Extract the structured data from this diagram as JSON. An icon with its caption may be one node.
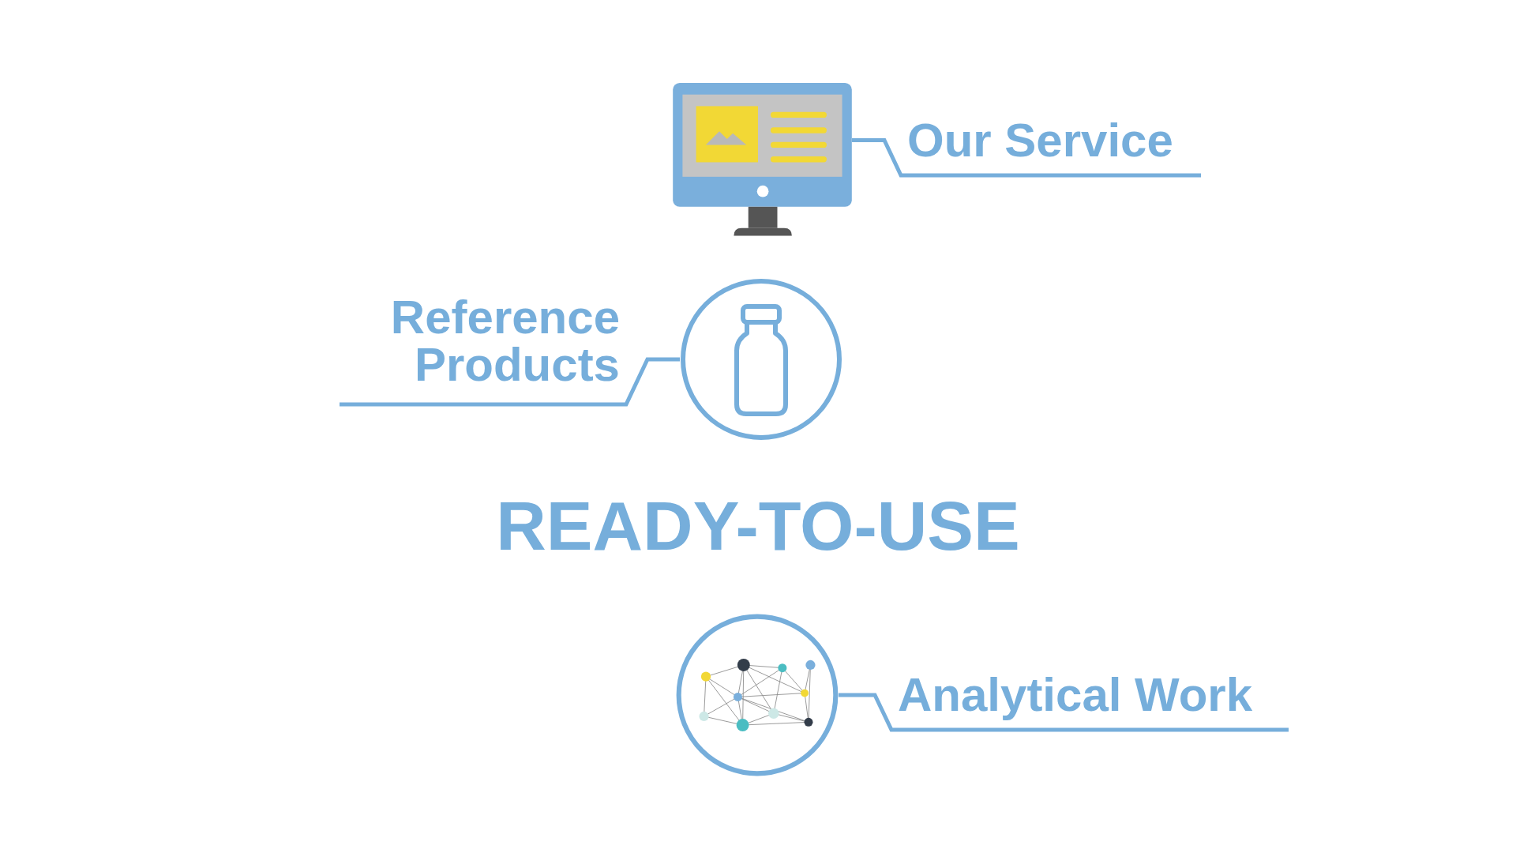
{
  "diagram": {
    "title": "READY-TO-USE",
    "nodes": [
      {
        "text": [],
        "shape": "picture"
      },
      {
        "text": [
          "Our Service"
        ]
      },
      {
        "text": [],
        "shape": "circle"
      },
      {
        "text": [
          "Reference Products"
        ]
      },
      {
        "text": [],
        "shape": "circle"
      },
      {
        "text": [
          "Analytical Work"
        ]
      }
    ],
    "edges": [
      {
        "from": 1,
        "to": 0,
        "arrow": "none"
      },
      {
        "from": 3,
        "to": 2,
        "arrow": "none"
      },
      {
        "from": 5,
        "to": 4,
        "arrow": "none"
      }
    ]
  }
}
